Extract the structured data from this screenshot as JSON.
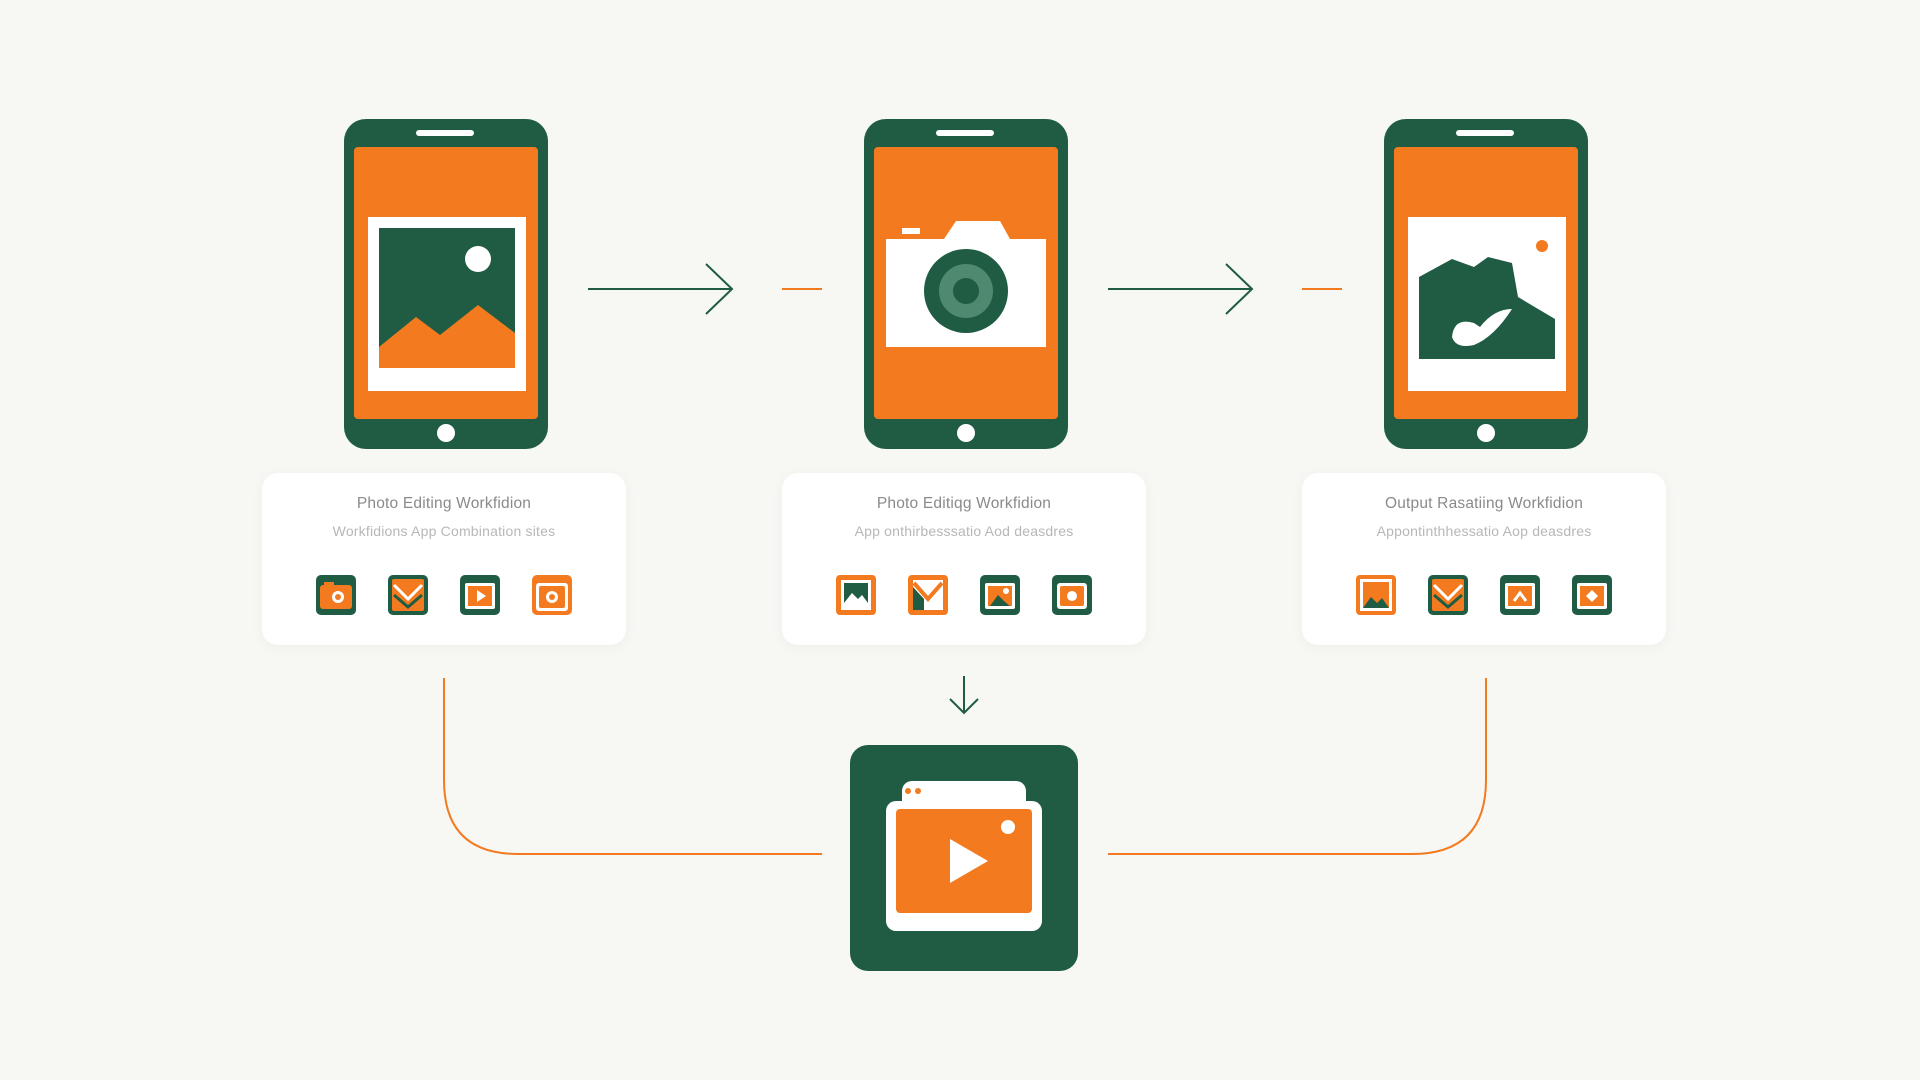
{
  "colors": {
    "background": "#f7f7f4",
    "green": "#1f5c43",
    "orange": "#f47a20",
    "white": "#ffffff"
  },
  "steps": [
    {
      "screen_icon": "image-icon",
      "card": {
        "title": "Photo Editing Workfidion",
        "subtitle": "Workfidions App Combination sites",
        "icons": [
          "camera-tile-icon",
          "heart-tile-icon",
          "play-tile-icon",
          "record-tile-icon"
        ]
      }
    },
    {
      "screen_icon": "camera-icon",
      "card": {
        "title": "Photo Editiqg Workfidion",
        "subtitle": "App onthirbesssatio Aod deasdres",
        "icons": [
          "image-tile-icon",
          "check-tile-icon",
          "gallery-tile-icon",
          "record-tile-icon"
        ]
      }
    },
    {
      "screen_icon": "edited-image-icon",
      "card": {
        "title": "Output Rasatiing Workfidion",
        "subtitle": "Appontinthhessatio Aop deasdres",
        "icons": [
          "image-tile-icon",
          "heart-tile-icon",
          "upload-tile-icon",
          "diamond-tile-icon"
        ]
      }
    }
  ],
  "output": {
    "icon": "video-play-icon"
  }
}
